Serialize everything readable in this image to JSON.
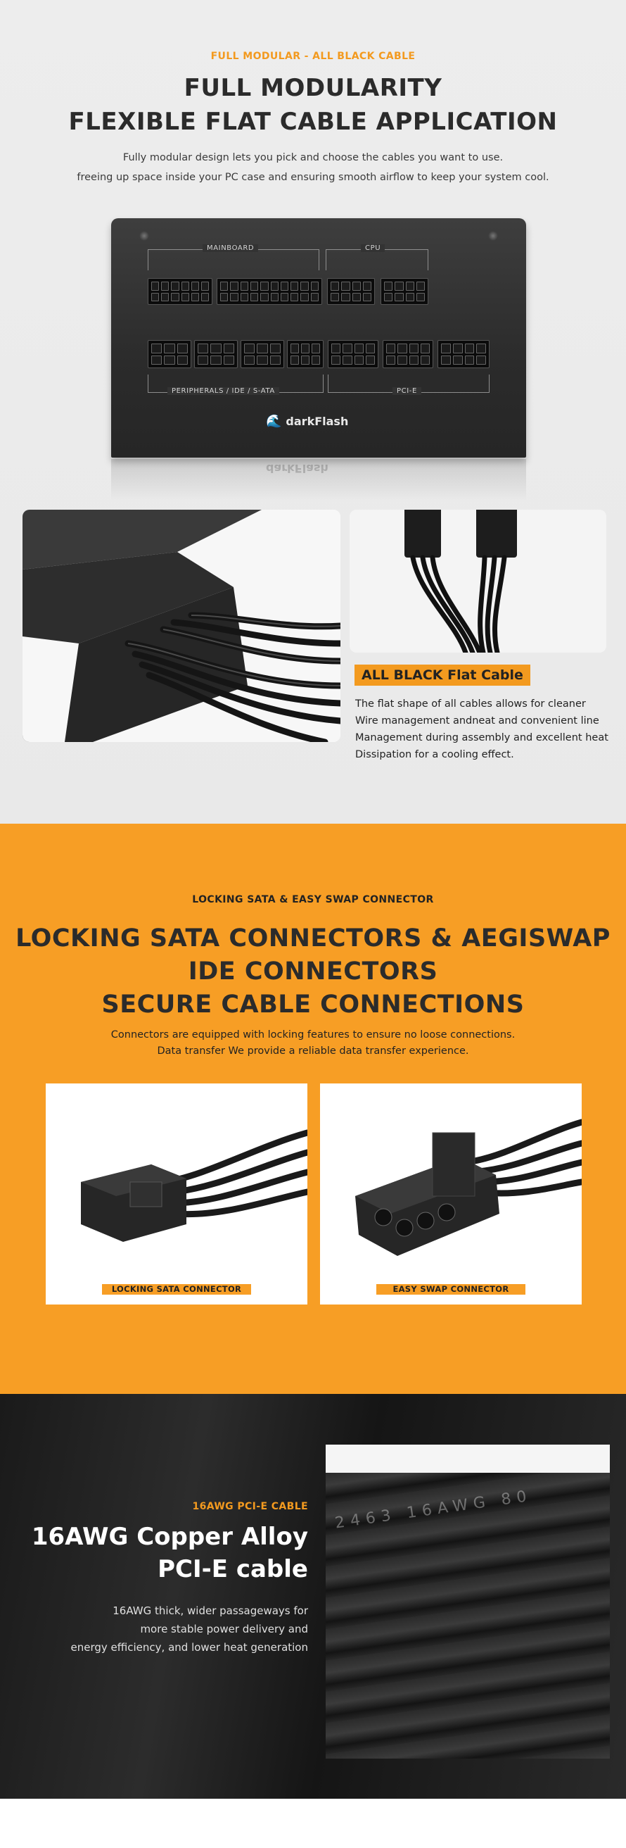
{
  "modularity": {
    "eyebrow": "FULL MODULAR - ALL BLACK CABLE",
    "title_line1": "FULL MODULARITY",
    "title_line2": "FLEXIBLE FLAT CABLE APPLICATION",
    "subtitle_line1": "Fully modular design lets you pick and choose the cables you want to use.",
    "subtitle_line2": "freeing up space inside your PC case and ensuring smooth airflow to keep your system cool.",
    "psu_panel": {
      "label_mainboard": "MAINBOARD",
      "label_cpu": "CPU",
      "label_peripherals": "PERIPHERALS / IDE / S-ATA",
      "label_pcie": "PCI-E",
      "brand": "darkFlash"
    },
    "flat_cable": {
      "badge": "ALL BLACK Flat Cable",
      "desc_lines": [
        "The flat shape of all cables allows for cleaner",
        "Wire management andneat and convenient line",
        "Management during assembly and excellent heat",
        "Dissipation for a cooling effect."
      ]
    }
  },
  "locking": {
    "eyebrow": "LOCKING SATA & EASY SWAP CONNECTOR",
    "title_line1": "LOCKING SATA CONNECTORS & AEGISWAP",
    "title_line2": "IDE CONNECTORS",
    "title_line3": "SECURE CABLE CONNECTIONS",
    "subtitle_line1": "Connectors are equipped with locking features to ensure no loose connections.",
    "subtitle_line2": "Data transfer We provide a reliable data transfer experience.",
    "cards": [
      {
        "label": "LOCKING SATA CONNECTOR"
      },
      {
        "label": "EASY SWAP CONNECTOR"
      }
    ]
  },
  "pcie": {
    "eyebrow": "16AWG PCI-E CABLE",
    "title_line1": "16AWG Copper Alloy",
    "title_line2": "PCI-E cable",
    "desc_line1": "16AWG thick, wider passageways for",
    "desc_line2": "more stable power delivery and",
    "desc_line3": "energy efficiency, and lower heat generation",
    "cable_print": "2463  16AWG  80"
  },
  "colors": {
    "accent_orange": "#f79e25",
    "eyebrow_orange": "#f39a1f",
    "dark_bg": "#1a1a1a"
  }
}
